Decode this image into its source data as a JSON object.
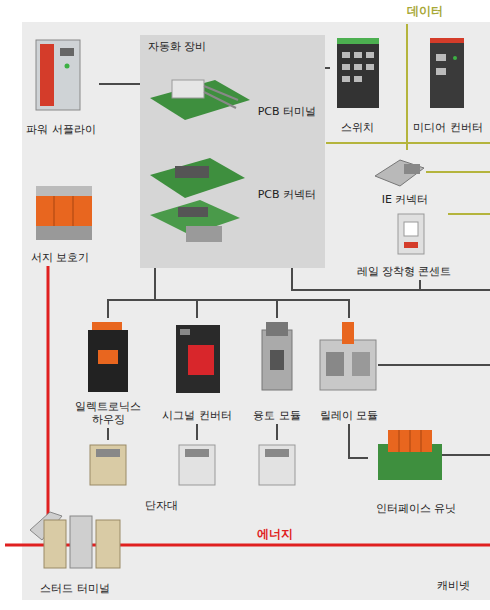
{
  "diagram": {
    "nodes": [
      {
        "text": [
          "캐비넷"
        ]
      },
      {
        "text": [
          "파워 서플라이"
        ],
        "in": 0
      },
      {
        "text": [
          "서지 보호기"
        ],
        "in": 0
      },
      {
        "text": [
          "자동화 장비"
        ],
        "in": 0
      },
      {
        "text": [
          "PCB 터미널"
        ],
        "in": 3
      },
      {
        "text": [
          "PCB 커넥터"
        ],
        "in": 3
      },
      {
        "text": [
          "스위치"
        ],
        "in": 0
      },
      {
        "text": [
          "미디어 컨버터"
        ],
        "in": 0
      },
      {
        "text": [
          "IE 커넥터"
        ],
        "in": 0
      },
      {
        "text": [
          "레일 장착형 콘센트"
        ],
        "in": 0
      },
      {
        "text": [
          "일렉트로닉스 하우징"
        ],
        "in": 0
      },
      {
        "text": [
          "시그널 컨버터"
        ],
        "in": 0
      },
      {
        "text": [
          "융토 모듈"
        ],
        "in": 0
      },
      {
        "text": [
          "릴레이 모듈"
        ],
        "in": 0
      },
      {
        "text": [
          "단자대"
        ],
        "in": 0
      },
      {
        "text": [
          "인터페이스 유닛"
        ],
        "in": 0
      },
      {
        "text": [
          "스터드 터미널"
        ],
        "in": 0
      }
    ],
    "edges": [
      {
        "from": 1,
        "to": 3,
        "arrow": "none"
      },
      {
        "from": 3,
        "to": 6,
        "arrow": "none"
      },
      {
        "from": 3,
        "to": 9,
        "arrow": "none"
      },
      {
        "from": 3,
        "to": 10,
        "arrow": "none"
      },
      {
        "from": 3,
        "to": 11,
        "arrow": "none"
      },
      {
        "from": 3,
        "to": 12,
        "arrow": "none"
      },
      {
        "from": 3,
        "to": 13,
        "arrow": "none"
      },
      {
        "from": 10,
        "to": 14,
        "arrow": "none"
      },
      {
        "from": 11,
        "to": 14,
        "arrow": "none"
      },
      {
        "from": 12,
        "to": 14,
        "arrow": "none"
      },
      {
        "from": 13,
        "to": 15,
        "arrow": "none"
      },
      {
        "from": 2,
        "to": 16,
        "arrow": "none"
      }
    ],
    "labels": [
      "데이터",
      "에너지"
    ]
  }
}
